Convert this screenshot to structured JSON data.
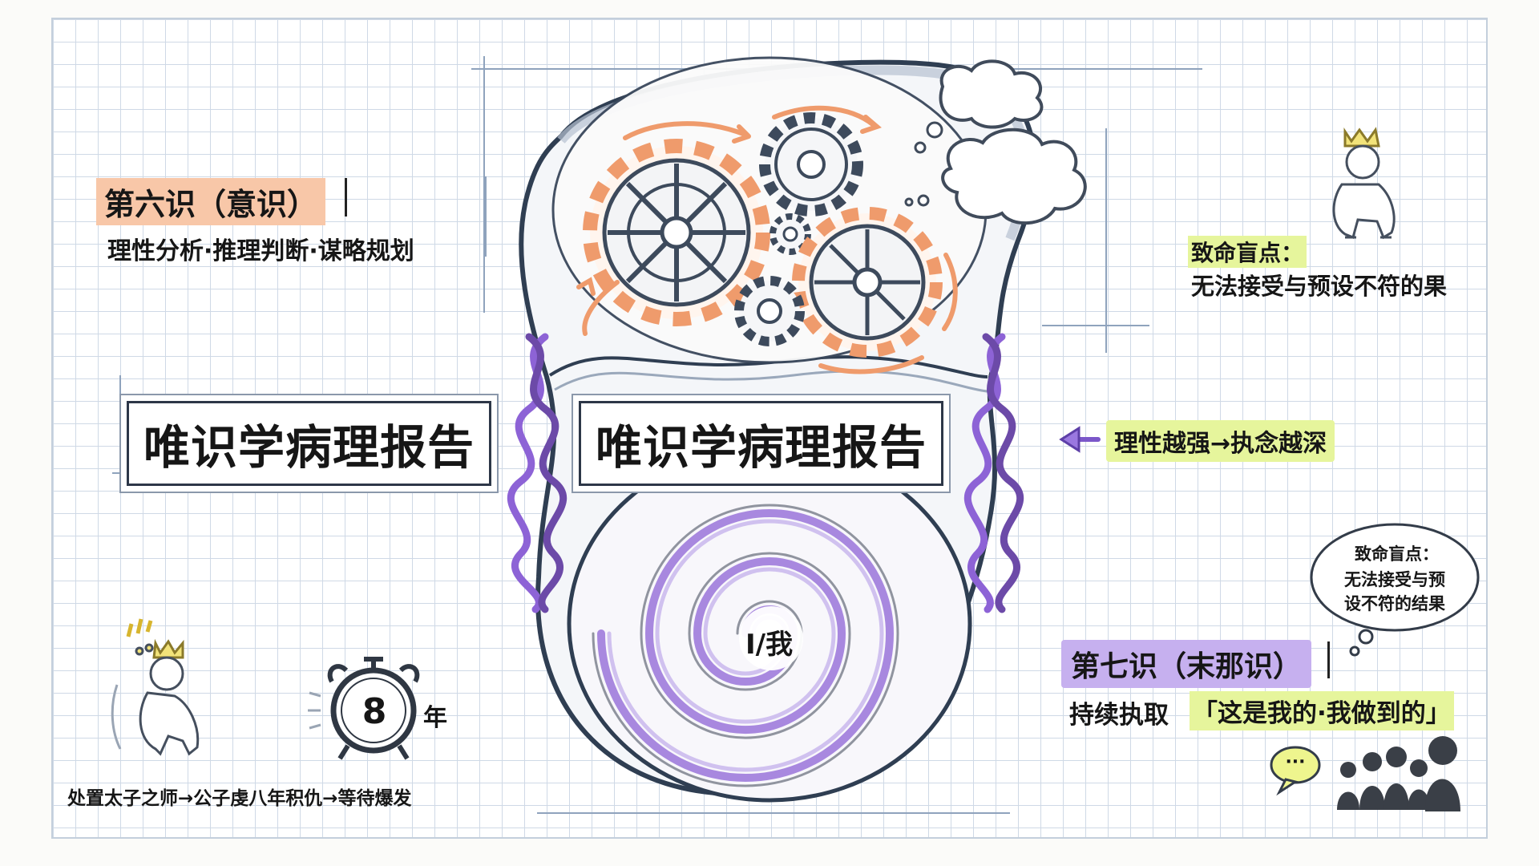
{
  "title": {
    "left": "唯识学病理报告",
    "center": "唯识学病理报告"
  },
  "sixth_consciousness": {
    "heading": "第六识（意识）",
    "description": "理性分析·推理判断·谋略规划"
  },
  "fatal_blind_spot_top": {
    "heading": "致命盲点：",
    "text": "无法接受与预设不符的果"
  },
  "arrow_note": "理性越强→执念越深",
  "self_core": "I/我",
  "speech_bubble": {
    "line1": "致命盲点：",
    "line2": "无法接受与预",
    "line3": "设不符的结果"
  },
  "seventh_consciousness": {
    "heading": "第七识（末那识）",
    "prefix": "持续执取",
    "quote": "「这是我的·我做到的」"
  },
  "timer": {
    "number": "8",
    "unit": "年"
  },
  "bottom_caption": "处置太子之师→公子虔八年积仇→等待爆发",
  "small_bubble_text": "···",
  "colors": {
    "orange": "#f8c7a8",
    "purple": "#c6b0ef",
    "lime": "#e6f59c",
    "gear_orange": "#ef9b6c",
    "swirl_purple": "#8d63d6"
  },
  "icons": [
    "gear-icon",
    "cloud-icon",
    "crown-icon",
    "alarm-clock-icon",
    "crowd-icon",
    "speech-bubble-icon",
    "arrow-left-icon"
  ]
}
